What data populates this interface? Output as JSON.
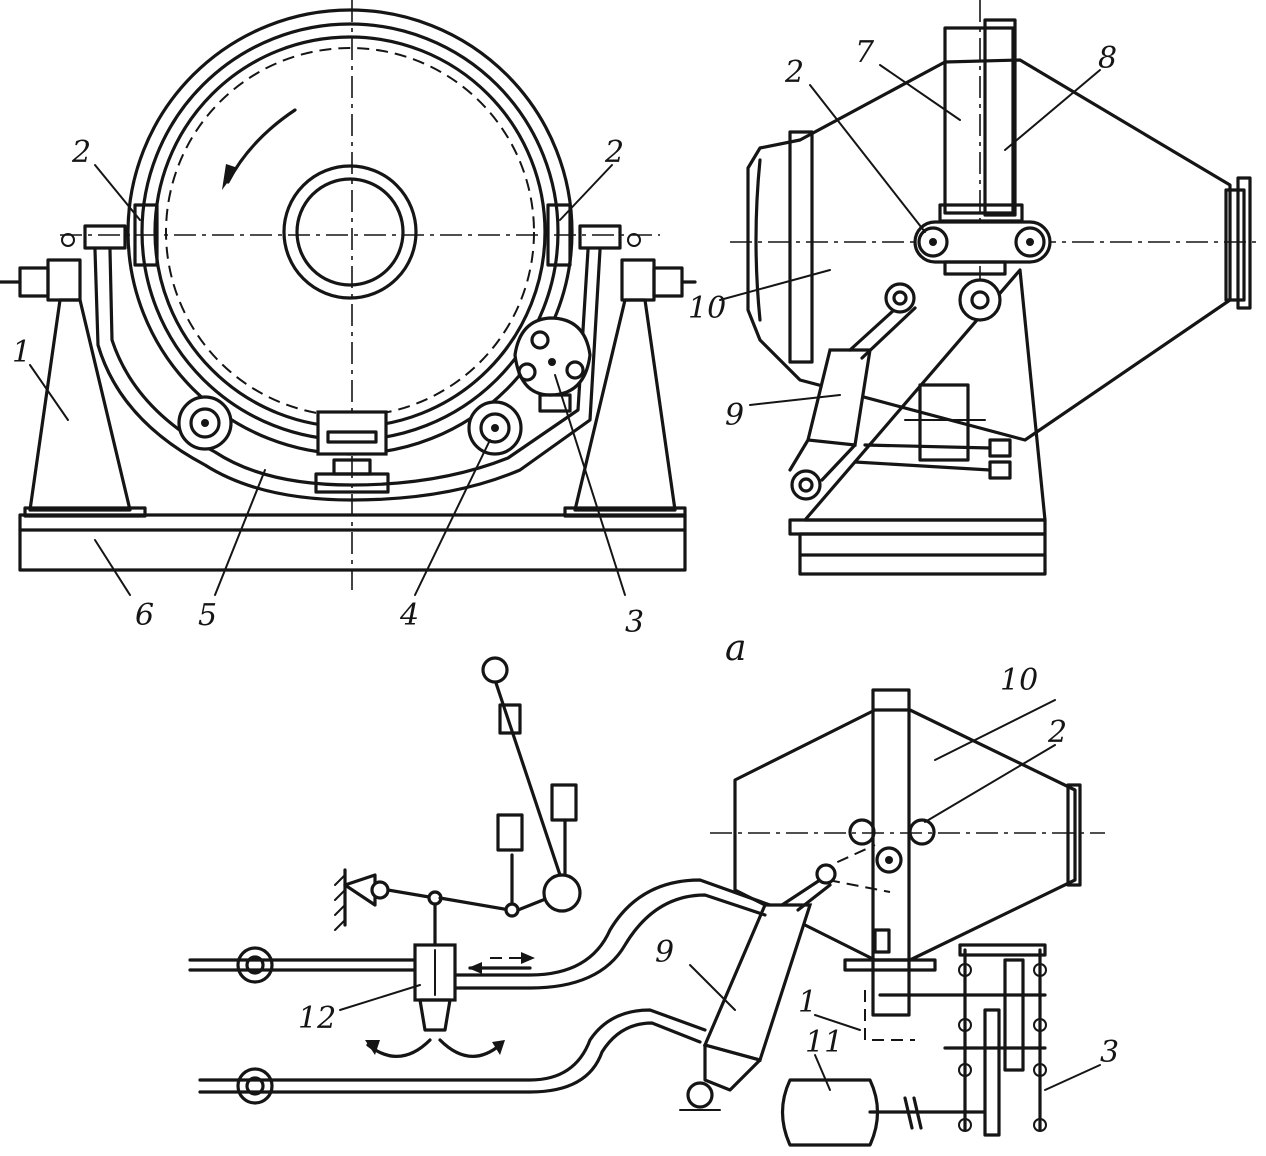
{
  "labels": {
    "view_a_part_1": "1",
    "view_a_part_2_left": "2",
    "view_a_part_2_right": "2",
    "view_a_part_3": "3",
    "view_a_part_4": "4",
    "view_a_part_5": "5",
    "view_a_part_6": "6",
    "side_part_2": "2",
    "side_part_7": "7",
    "side_part_8": "8",
    "side_part_9": "9",
    "side_part_10": "10",
    "caption_a": "a",
    "scheme_part_1": "1",
    "scheme_part_2": "2",
    "scheme_part_3": "3",
    "scheme_part_9": "9",
    "scheme_part_10": "10",
    "scheme_part_11": "11",
    "scheme_part_12": "12"
  },
  "colors": {
    "ink": "#151515",
    "paper": "#ffffff"
  }
}
